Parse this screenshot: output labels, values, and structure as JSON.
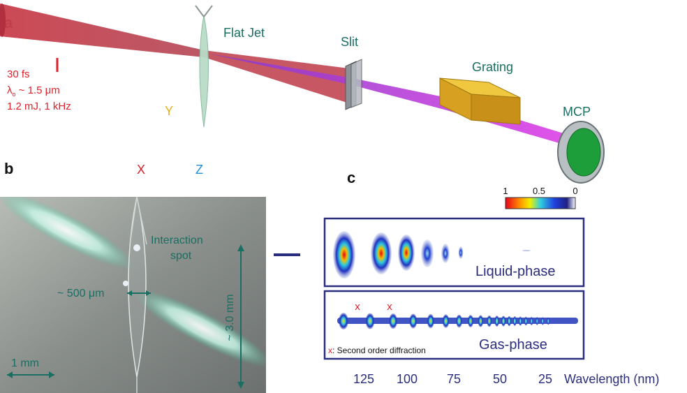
{
  "panel_a": {
    "label": "a",
    "laser": {
      "line1": "30 fs",
      "line2_prefix": "λ",
      "line2_sub": "o",
      "line2_rest": " ~ 1.5 μm",
      "line3": "1.2 mJ, 1 kHz"
    },
    "flat_jet": "Flat Jet",
    "slit": "Slit",
    "grating": "Grating",
    "mcp": "MCP",
    "axis_y": "Y",
    "axis_x": "X",
    "axis_z": "Z"
  },
  "panel_b": {
    "label": "b",
    "interaction_line1": "Interaction",
    "interaction_line2": "spot",
    "width_label": "~ 500 μm",
    "height_label": "~ 3.0 mm",
    "scale_label": "1 mm"
  },
  "panel_c": {
    "label": "c",
    "colorbar_ticks": [
      "1",
      "0.5",
      "0"
    ],
    "liquid_label": "Liquid-phase",
    "gas_label": "Gas-phase",
    "marker": "x",
    "legend_marker": "x",
    "legend_text": ": Second order diffraction",
    "axis_ticks": [
      "125",
      "100",
      "75",
      "50",
      "25"
    ],
    "axis_label": "Wavelength (nm)"
  },
  "colors": {
    "laser_red": "#e0202a",
    "teal_text": "#1a6e62",
    "navy": "#2b2d7e",
    "yellow": "#e8b020",
    "blue": "#1f8fd6"
  }
}
